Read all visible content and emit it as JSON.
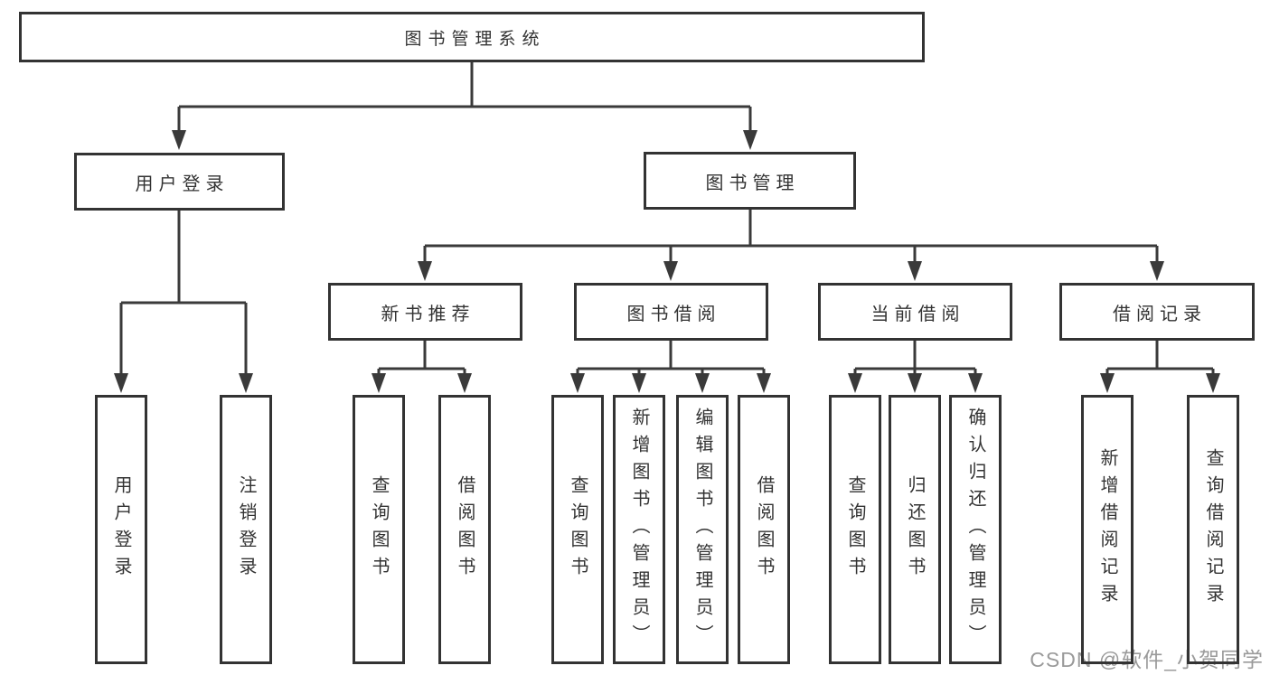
{
  "diagram": {
    "title": "图书管理系统",
    "user_login": {
      "label": "用户登录",
      "children": [
        {
          "label": "用户登录"
        },
        {
          "label": "注销登录"
        }
      ]
    },
    "book_mgmt": {
      "label": "图书管理",
      "sections": [
        {
          "label": "新书推荐",
          "children": [
            {
              "label": "查询图书"
            },
            {
              "label": "借阅图书"
            }
          ]
        },
        {
          "label": "图书借阅",
          "children": [
            {
              "label": "查询图书"
            },
            {
              "label": "新增图书（管理员）"
            },
            {
              "label": "编辑图书（管理员）"
            },
            {
              "label": "借阅图书"
            }
          ]
        },
        {
          "label": "当前借阅",
          "children": [
            {
              "label": "查询图书"
            },
            {
              "label": "归还图书"
            },
            {
              "label": "确认归还（管理员）"
            }
          ]
        },
        {
          "label": "借阅记录",
          "children": [
            {
              "label": "新增借阅记录"
            },
            {
              "label": "查询借阅记录"
            }
          ]
        }
      ]
    }
  },
  "watermark": {
    "text": "CSDN @软件_小贺同学",
    "color": "#9a9a9a"
  },
  "colors": {
    "line": "#3a3a3a",
    "border": "#333333",
    "text": "#333333",
    "background": "#ffffff"
  }
}
